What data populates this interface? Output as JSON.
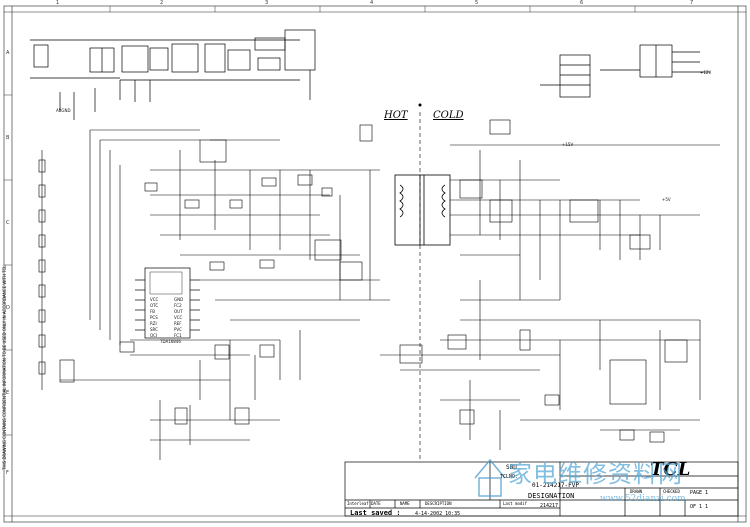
{
  "isolation": {
    "hot": "HOT",
    "cold": "COLD"
  },
  "zones": {
    "top": [
      "1",
      "2",
      "3",
      "4",
      "5",
      "6",
      "7"
    ],
    "side": [
      "A",
      "B",
      "C",
      "D",
      "E",
      "F"
    ]
  },
  "title_block": {
    "label_sbu": "SBU",
    "label_tclno": "TCLNO:",
    "tclno_value": "01-214217-FVP",
    "label_designation": "DESIGNATION",
    "designation_value": "214217",
    "logo": "TCL",
    "label_interleaf": "Interleaf DATE",
    "label_name": "NAME",
    "label_description": "DESCRIPTION",
    "label_last_modif": "Last modif",
    "label_last_saved": "Last saved :",
    "last_saved_value": "4-14-2002_10:35",
    "label_drawn": "DRAWN",
    "label_checked": "CHECKED",
    "label_page": "PAGE 1",
    "page_of": "OF 1 1"
  },
  "rails": [
    {
      "id": "r1",
      "label": "+15V"
    },
    {
      "id": "r2",
      "label": "+12V"
    },
    {
      "id": "r3",
      "label": "+5V"
    },
    {
      "id": "r4",
      "label": "ABGND"
    }
  ],
  "ic_block": {
    "name": "TDA16846",
    "pins": [
      "VCC",
      "OTC",
      "FB",
      "PCS",
      "RZI",
      "SRC",
      "OCI",
      "GND",
      "FC2",
      "OUT",
      "VCC",
      "REF",
      "PVC",
      "FC1"
    ]
  },
  "watermark": {
    "cn": "家电维修资料网",
    "url": "www.52dianzi.com"
  },
  "side_note": "THIS DRAWING CONTAINS CONFIDENTIAL INFORMATION TO BE USED ONLY IN ACCORDANCE WITH TCL"
}
